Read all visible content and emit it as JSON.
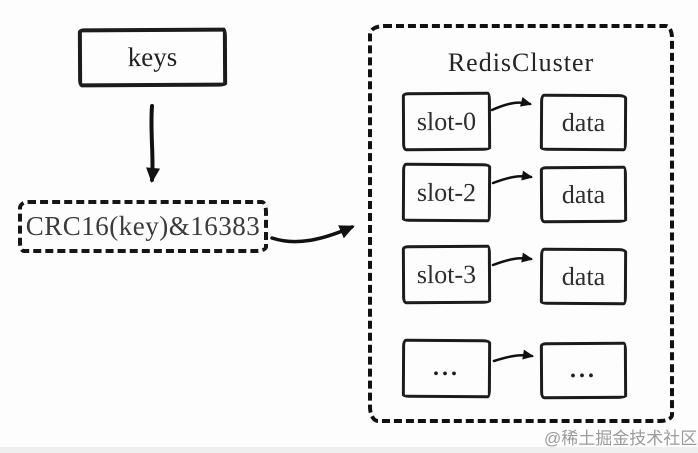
{
  "diagram": {
    "keys_box": {
      "label": "keys"
    },
    "hash_box": {
      "label": "CRC16(key)&16383"
    },
    "cluster": {
      "title": "RedisCluster",
      "rows": [
        {
          "slot": "slot-0",
          "data": "data"
        },
        {
          "slot": "slot-2",
          "data": "data"
        },
        {
          "slot": "slot-3",
          "data": "data"
        },
        {
          "slot": "...",
          "data": "..."
        }
      ]
    },
    "arrows": [
      {
        "name": "keys-to-hash",
        "from": "keys",
        "to": "CRC16(key)&16383"
      },
      {
        "name": "hash-to-cluster",
        "from": "CRC16(key)&16383",
        "to": "RedisCluster"
      },
      {
        "name": "slot-0-to-data",
        "from": "slot-0",
        "to": "data"
      },
      {
        "name": "slot-2-to-data",
        "from": "slot-2",
        "to": "data"
      },
      {
        "name": "slot-3-to-data",
        "from": "slot-3",
        "to": "data"
      },
      {
        "name": "ellipsis-to-ellipsis",
        "from": "...",
        "to": "..."
      }
    ],
    "watermark": "@稀土掘金技术社区",
    "colors": {
      "ink": "#1c1c1c",
      "background": "#fdfdfd",
      "watermark": "#9b9b9b"
    }
  }
}
